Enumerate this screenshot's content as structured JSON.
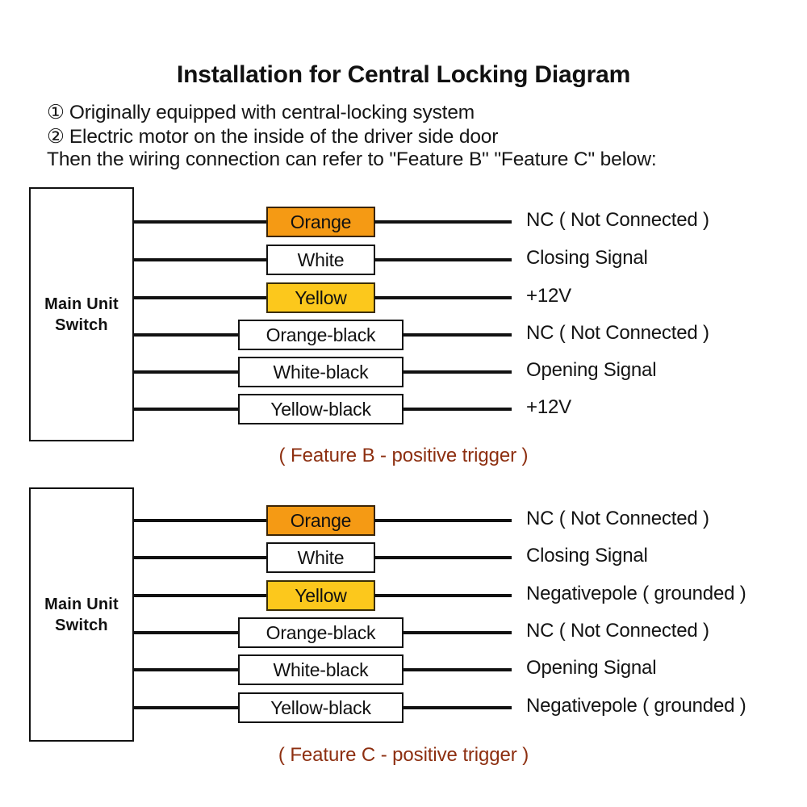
{
  "header": {
    "title": "Installation for Central Locking Diagram",
    "notes": [
      {
        "marker": "①",
        "text": "Originally equipped with central-locking system"
      },
      {
        "marker": "②",
        "text": "Electric motor on the inside of the driver side door"
      },
      {
        "marker": "",
        "text": "Then the wiring connection can refer to \"Feature B\" \"Feature C\" below:"
      }
    ]
  },
  "colors": {
    "orange": "#F59A14",
    "yellow": "#FCC81C",
    "wire": "#111111",
    "caption": "#8d2f10",
    "box_border": "#111111",
    "background": "#ffffff"
  },
  "blocks": [
    {
      "id": "feature-b",
      "unit_label_line1": "Main Unit",
      "unit_label_line2": "Switch",
      "caption": "( Feature B - positive trigger )",
      "rows": [
        {
          "wire": "Orange",
          "swatch": "orange",
          "width": "narrow",
          "signal": "NC ( Not Connected )"
        },
        {
          "wire": "White",
          "swatch": "plain",
          "width": "narrow",
          "signal": "Closing Signal"
        },
        {
          "wire": "Yellow",
          "swatch": "yellow",
          "width": "narrow",
          "signal": "+12V"
        },
        {
          "wire": "Orange-black",
          "swatch": "plain",
          "width": "wide",
          "signal": "NC ( Not Connected )"
        },
        {
          "wire": "White-black",
          "swatch": "plain",
          "width": "wide",
          "signal": "Opening Signal"
        },
        {
          "wire": "Yellow-black",
          "swatch": "plain",
          "width": "wide",
          "signal": "+12V"
        }
      ]
    },
    {
      "id": "feature-c",
      "unit_label_line1": "Main Unit",
      "unit_label_line2": "Switch",
      "caption": "( Feature C - positive trigger )",
      "rows": [
        {
          "wire": "Orange",
          "swatch": "orange",
          "width": "narrow",
          "signal": "NC ( Not Connected )"
        },
        {
          "wire": "White",
          "swatch": "plain",
          "width": "narrow",
          "signal": "Closing Signal"
        },
        {
          "wire": "Yellow",
          "swatch": "yellow",
          "width": "narrow",
          "signal": "Negativepole ( grounded )"
        },
        {
          "wire": "Orange-black",
          "swatch": "plain",
          "width": "wide",
          "signal": "NC ( Not Connected )"
        },
        {
          "wire": "White-black",
          "swatch": "plain",
          "width": "wide",
          "signal": "Opening Signal"
        },
        {
          "wire": "Yellow-black",
          "swatch": "plain",
          "width": "wide",
          "signal": "Negativepole ( grounded )"
        }
      ]
    }
  ]
}
